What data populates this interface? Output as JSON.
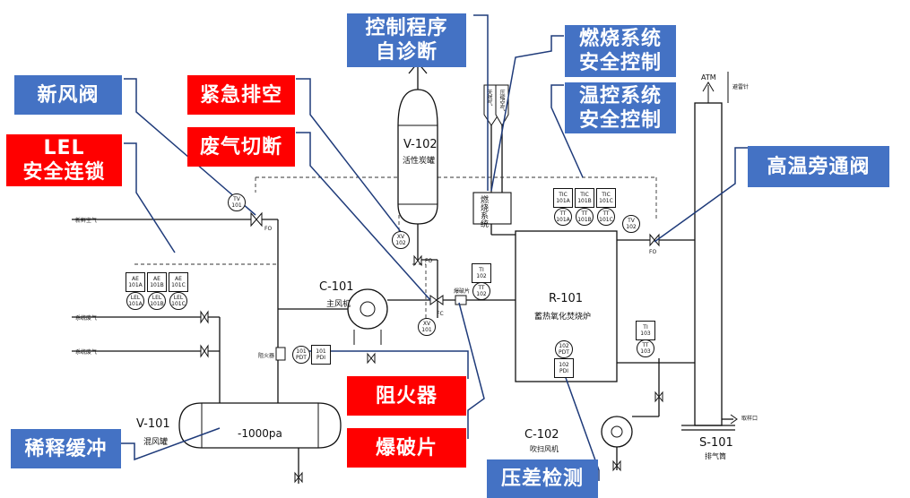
{
  "callouts": {
    "self_diagnosis": [
      "控制程序",
      "自诊断"
    ],
    "combustion_safety": [
      "燃烧系统",
      "安全控制"
    ],
    "temp_safety": [
      "温控系统",
      "安全控制"
    ],
    "fresh_air_valve": "新风阀",
    "emergency_vent": "紧急排空",
    "gas_cutoff": "废气切断",
    "lel_interlock": [
      "LEL",
      "安全连锁"
    ],
    "high_temp_bypass": "高温旁通阀",
    "flame_arrester": "阻火器",
    "rupture_disc": "爆破片",
    "dilution_buffer": "稀释缓冲",
    "diff_pressure": "压差检测"
  },
  "equipment": {
    "v102_tag": "V-102",
    "v102_name": "活性炭罐",
    "c101_tag": "C-101",
    "c101_name": "主风机",
    "r101_tag": "R-101",
    "r101_name": "蓄热氧化焚烧炉",
    "v101_tag": "V-101",
    "v101_name": "混风罐",
    "v101_pressure": "-1000pa",
    "c102_tag": "C-102",
    "c102_name": "吹扫风机",
    "s101_tag": "S-101",
    "s101_name": "排气筒",
    "burner_name": "燃烧系统",
    "atm": "ATM",
    "lightning_rod": "避雷针",
    "flame_arrester_label": "阻火器",
    "rupture_disc_label": "爆破片",
    "sample_port": "取样口"
  },
  "lines": {
    "fresh_air": "新鲜空气",
    "waste_gas_1": "系统废气",
    "waste_gas_2": "系统废气",
    "natural_gas": "天然气",
    "compressed_air": "压缩空气"
  },
  "instruments": {
    "tv101": [
      "TV",
      "101"
    ],
    "fo1": "FO",
    "xv102": [
      "XV",
      "102"
    ],
    "fo2": "FO",
    "xv101": [
      "XV",
      "101"
    ],
    "fc1": "FC",
    "ae101a": [
      "AE",
      "101A",
      "LEL",
      "101A"
    ],
    "ae101b": [
      "AE",
      "101B",
      "LEL",
      "101B"
    ],
    "ae101c": [
      "AE",
      "101C",
      "LEL",
      "101C"
    ],
    "ti102": [
      "TI",
      "102",
      "TT",
      "102"
    ],
    "tic101a": [
      "TIC",
      "101A",
      "TT",
      "101A"
    ],
    "tic101b": [
      "TIC",
      "101B",
      "TT",
      "101B"
    ],
    "tic101c": [
      "TIC",
      "101C",
      "TT",
      "101C"
    ],
    "tv102": [
      "TV",
      "102"
    ],
    "fo3": "FO",
    "ti103": [
      "TI",
      "103",
      "TT",
      "103"
    ],
    "pdt101": [
      "101",
      "PDT"
    ],
    "pdi101": [
      "101",
      "PDI"
    ],
    "pdt102": [
      "102",
      "PDT"
    ],
    "pdi102": [
      "102",
      "PDI"
    ]
  },
  "colors": {
    "callout_blue": "#4472c4",
    "callout_red": "#ff0000",
    "leader_blue": "#1f3b7a"
  }
}
